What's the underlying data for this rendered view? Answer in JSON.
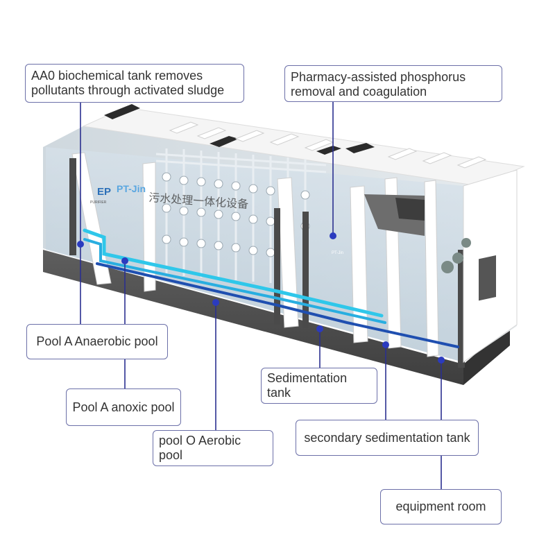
{
  "callouts": {
    "aao_tank": "AA0 biochemical tank removes pollutants through activated sludge",
    "phosphorus": "Pharmacy-assisted phosphorus removal and coagulation",
    "anaerobic": "Pool A Anaerobic pool",
    "anoxic": "Pool A anoxic pool",
    "aerobic": "pool O Aerobic pool",
    "sedimentation": "Sedimentation tank",
    "secondary_sedimentation": "secondary sedimentation tank",
    "equipment_room": "equipment room"
  },
  "container_branding": {
    "logo": "EP",
    "logo_sub": "PURIFIER",
    "brand": "PT-Jin",
    "chinese_title": "污水处理一体化设备",
    "panel_brand": "PT-Jin"
  },
  "colors": {
    "callout_border": "#6b6fa8",
    "leader_line": "#2a2f8f",
    "dot": "#2b3bbf",
    "water_cyan": "#2fc7ea",
    "water_blue": "#1f4fb0",
    "container_frame": "#f2f2f2",
    "container_base": "#555555"
  }
}
